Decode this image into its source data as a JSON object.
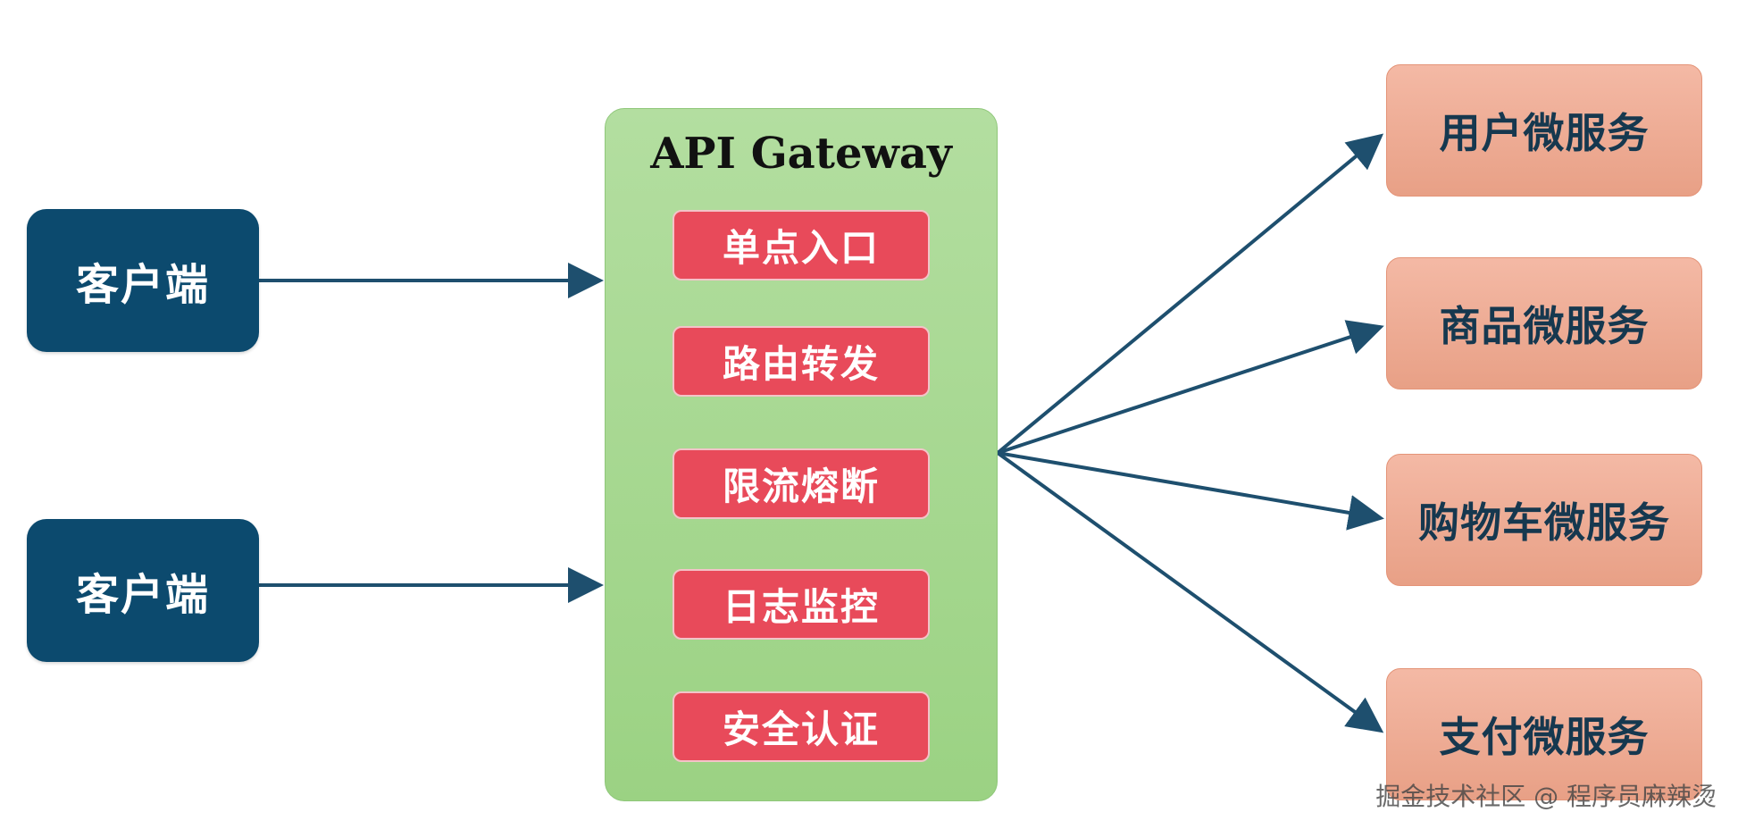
{
  "clients": [
    {
      "label": "客户端"
    },
    {
      "label": "客户端"
    }
  ],
  "gateway": {
    "title": "API Gateway",
    "features": [
      "单点入口",
      "路由转发",
      "限流熔断",
      "日志监控",
      "安全认证"
    ]
  },
  "services": [
    "用户微服务",
    "商品微服务",
    "购物车微服务",
    "支付微服务"
  ],
  "colors": {
    "client": "#0c4a6e",
    "gateway": "#a8d892",
    "feature": "#e84a5a",
    "service": "#f0ab93",
    "arrow": "#1e4f6e"
  },
  "watermark": "掘金技术社区 @ 程序员麻辣烫"
}
